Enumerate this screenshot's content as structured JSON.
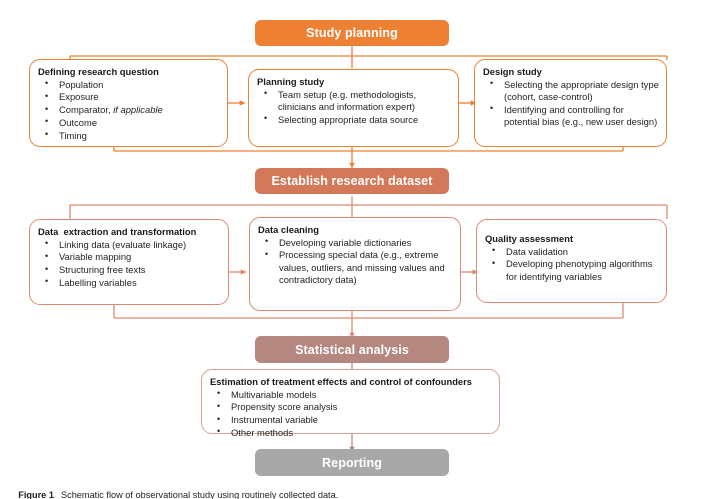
{
  "figure": {
    "label": "Figure 1",
    "caption": "Schematic flow of observational study using routinely collected data."
  },
  "colors": {
    "stage1": "#ee8033",
    "stage2": "#d3795a",
    "stage3": "#b58781",
    "stage4": "#a8a8a8",
    "connector_orange": "#ee8033",
    "connector_salmon": "#dd8b74",
    "connector_pink": "#c8857c",
    "card_border_orange": "#ee8033",
    "card_border_salmon": "#dd8b74",
    "card_border_pink": "#d9a296",
    "text": "#231f20"
  },
  "stages": [
    {
      "id": "study-planning",
      "label": "Study planning"
    },
    {
      "id": "establish-research-dataset",
      "label": "Establish research dataset"
    },
    {
      "id": "statistical-analysis",
      "label": "Statistical analysis"
    },
    {
      "id": "reporting",
      "label": "Reporting"
    }
  ],
  "cards": {
    "defining_research_question": {
      "title": "Defining research question",
      "bullets": [
        {
          "text": "Population"
        },
        {
          "text": "Exposure"
        },
        {
          "text": "Comparator, ",
          "italic": "if applicable"
        },
        {
          "text": "Outcome"
        },
        {
          "text": "Timing"
        }
      ]
    },
    "planning_study": {
      "title": "Planning study",
      "bullets": [
        {
          "text": "Team setup (e.g.  methodologists, clinicians and information expert)"
        },
        {
          "text": "Selecting appropriate data source"
        }
      ]
    },
    "design_study": {
      "title": "Design study",
      "bullets": [
        {
          "text": "Selecting the appropriate design type (cohort, case-control)"
        },
        {
          "text": "Identifying and controlling for potential bias (e.g., new user design)"
        }
      ]
    },
    "data_extraction": {
      "title": "Data  extraction and transformation",
      "bullets": [
        {
          "text": "Linking data (evaluate linkage)"
        },
        {
          "text": "Variable mapping"
        },
        {
          "text": "Structuring free texts"
        },
        {
          "text": "Labelling variables"
        }
      ]
    },
    "data_cleaning": {
      "title": "Data cleaning",
      "bullets": [
        {
          "text": "Developing variable dictionaries"
        },
        {
          "text": "Processing special data (e.g., extreme values, outliers, and missing values and contradictory data)"
        }
      ]
    },
    "quality_assessment": {
      "title": "Quality assessment",
      "bullets": [
        {
          "text": "Data validation"
        },
        {
          "text": "Developing phenotyping algorithms for identifying variables"
        }
      ]
    },
    "estimation_of_treatment_effects": {
      "title": "Estimation of treatment effects and control of confounders",
      "bullets": [
        {
          "text": "Multivariable models"
        },
        {
          "text": "Propensity score analysis"
        },
        {
          "text": "Instrumental variable"
        },
        {
          "text": "Other methods"
        }
      ]
    }
  }
}
